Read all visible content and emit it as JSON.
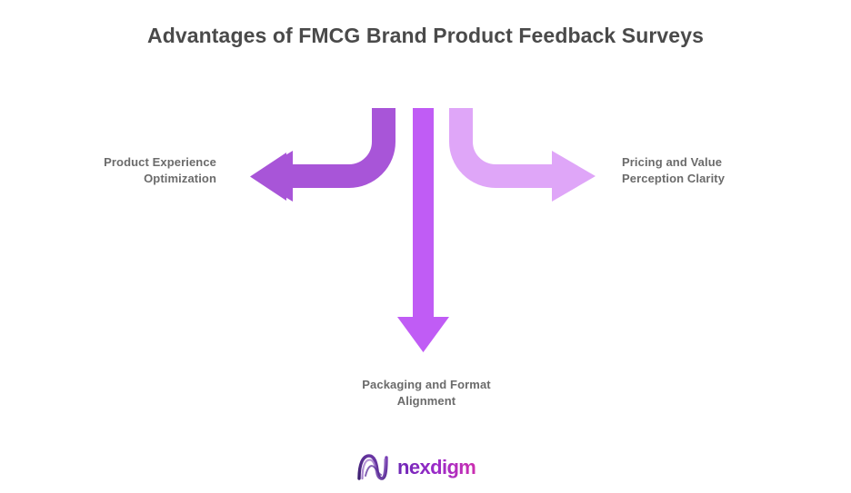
{
  "page": {
    "background_color": "#ffffff",
    "title": "Advantages of FMCG Brand Product Feedback Surveys",
    "title_color": "#4a4a4a"
  },
  "diagram": {
    "type": "three-way-split-arrow",
    "hub_label": "",
    "label_color": "#6b6b6b",
    "branches": [
      {
        "id": "left",
        "direction": "left",
        "color": "#a855d8",
        "label_line1": "Product Experience",
        "label_line2": "Optimization",
        "label_align": "right"
      },
      {
        "id": "down",
        "direction": "down",
        "color": "#c05cf5",
        "label_line1": "Packaging and Format",
        "label_line2": "Alignment",
        "label_align": "center"
      },
      {
        "id": "right",
        "direction": "right",
        "color": "#dfa6f8",
        "label_line1": "Pricing and Value",
        "label_line2": "Perception Clarity",
        "label_align": "left"
      }
    ]
  },
  "logo": {
    "name": "nexdigm",
    "wordmark": "nexdigm",
    "mark_color_dark": "#3b1f6e",
    "mark_color_light": "#b06fe0",
    "word_gradient_start": "#6d28b5",
    "word_gradient_mid": "#9b2bc9",
    "word_gradient_end": "#cc2fb0"
  }
}
